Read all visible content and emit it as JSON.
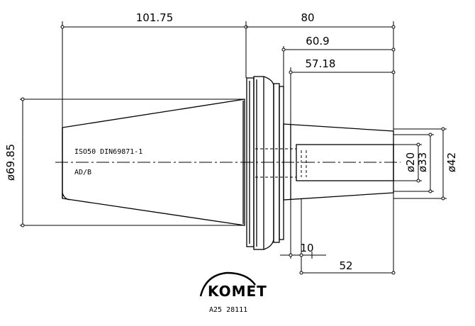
{
  "dimensions": {
    "overall_length": "101.75",
    "shank_length": "80",
    "length_60_9": "60.9",
    "length_57_18": "57.18",
    "length_10": "10",
    "length_52": "52",
    "dia_flange": "ø69.85",
    "dia_20": "ø20",
    "dia_33": "ø33",
    "dia_42": "ø42"
  },
  "annotations": {
    "spec": "ISO50 DIN69871-1",
    "form": "AD/B"
  },
  "logo": {
    "brand": "KOMET",
    "part_number": "A25 28111"
  }
}
